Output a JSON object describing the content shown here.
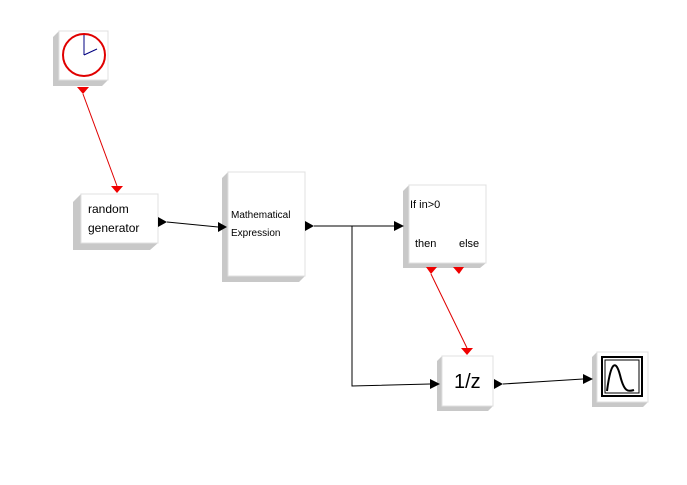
{
  "blocks": {
    "clock": {
      "icon": "clock-icon"
    },
    "random": {
      "line1": "random",
      "line2": "generator"
    },
    "math": {
      "line1": "Mathematical",
      "line2": "Expression"
    },
    "ifthen": {
      "title": "If in>0",
      "then": "then",
      "else": "else"
    },
    "delay": {
      "label": "1/z"
    },
    "scope": {
      "icon": "scope-icon"
    }
  },
  "colors": {
    "event_link": "#e00000",
    "data_link": "#000000",
    "clock_ring": "#e00000",
    "clock_hands": "#000080"
  }
}
